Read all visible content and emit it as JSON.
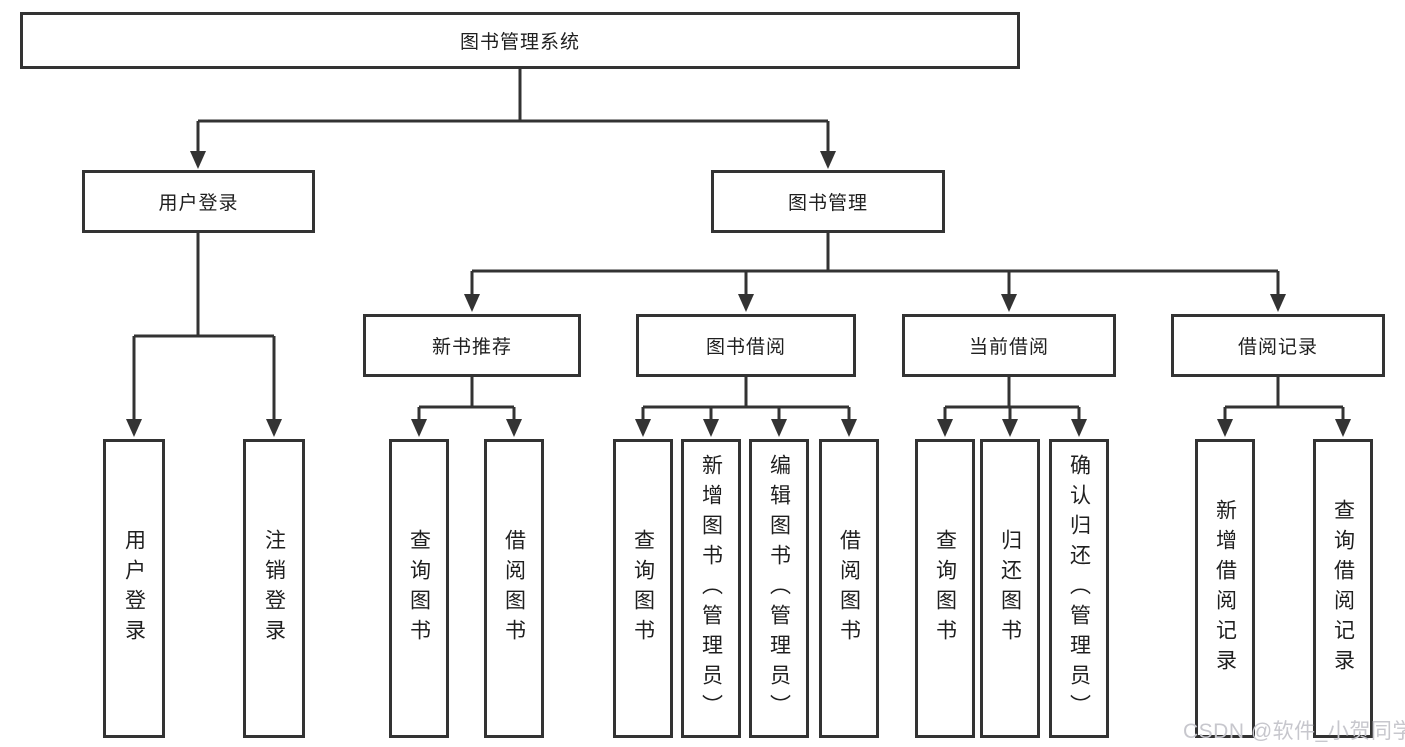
{
  "diagram": {
    "root": {
      "label": "图书管理系统"
    },
    "branches": [
      {
        "label": "用户登录",
        "children": [
          {
            "label": "用户登录"
          },
          {
            "label": "注销登录"
          }
        ]
      },
      {
        "label": "图书管理",
        "children": [
          {
            "label": "新书推荐",
            "children": [
              {
                "label": "查询图书"
              },
              {
                "label": "借阅图书"
              }
            ]
          },
          {
            "label": "图书借阅",
            "children": [
              {
                "label": "查询图书"
              },
              {
                "label": "新增图书（管理员）"
              },
              {
                "label": "编辑图书（管理员）"
              },
              {
                "label": "借阅图书"
              }
            ]
          },
          {
            "label": "当前借阅",
            "children": [
              {
                "label": "查询图书"
              },
              {
                "label": "归还图书"
              },
              {
                "label": "确认归还（管理员）"
              }
            ]
          },
          {
            "label": "借阅记录",
            "children": [
              {
                "label": "新增借阅记录"
              },
              {
                "label": "查询借阅记录"
              }
            ]
          }
        ]
      }
    ]
  },
  "watermark": {
    "text": "CSDN @软件_小贺同学"
  },
  "colors": {
    "line": "#333333",
    "text": "#1f1f1f",
    "box_bg": "#ffffff",
    "watermark": "#c7c7cd",
    "background": "#ffffff"
  }
}
